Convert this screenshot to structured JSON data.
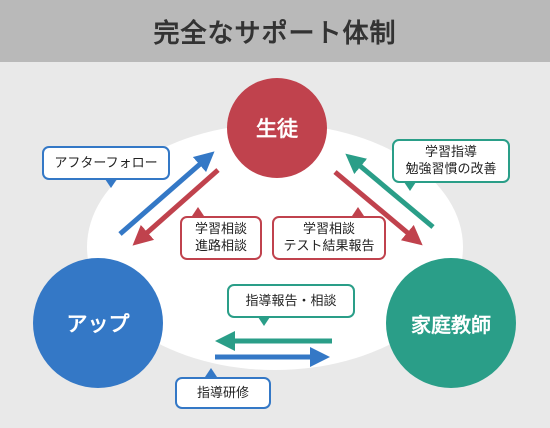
{
  "title": "完全なサポート体制",
  "nodes": {
    "student": {
      "label": "生徒",
      "color": "#c0424d"
    },
    "app": {
      "label": "アップ",
      "color": "#3478c6"
    },
    "tutor": {
      "label": "家庭教師",
      "color": "#2a9e88"
    }
  },
  "callouts": {
    "after_follow": {
      "text": "アフターフォロー",
      "color": "#3478c6"
    },
    "study_consult": {
      "line1": "学習相談",
      "line2": "進路相談",
      "color": "#c0424d"
    },
    "tutor_guidance": {
      "line1": "学習指導",
      "line2": "勉強習慣の改善",
      "color": "#2a9e88"
    },
    "study_report": {
      "line1": "学習相談",
      "line2": "テスト結果報告",
      "color": "#c0424d"
    },
    "guidance_report": {
      "text": "指導報告・相談",
      "color": "#2a9e88"
    },
    "training": {
      "text": "指導研修",
      "color": "#3478c6"
    }
  },
  "colors": {
    "blue": "#3478c6",
    "red": "#c0424d",
    "green": "#2a9e88"
  }
}
